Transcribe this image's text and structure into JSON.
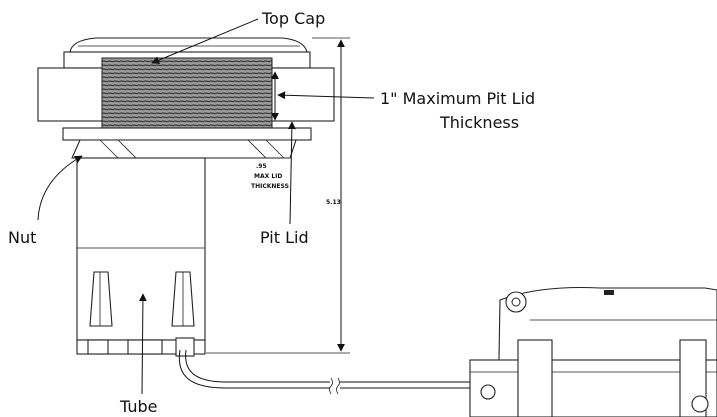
{
  "labels": {
    "top_cap": "Top Cap",
    "max_thickness_line1": "1\" Maximum Pit Lid",
    "max_thickness_line2": "Thickness",
    "nut": "Nut",
    "pit_lid": "Pit Lid",
    "tube": "Tube"
  },
  "dimensions": {
    "lid_thickness_value": ".95",
    "lid_thickness_line1": "MAX LID",
    "lid_thickness_line2": "THICKNESS",
    "overall_height": "5.13"
  }
}
